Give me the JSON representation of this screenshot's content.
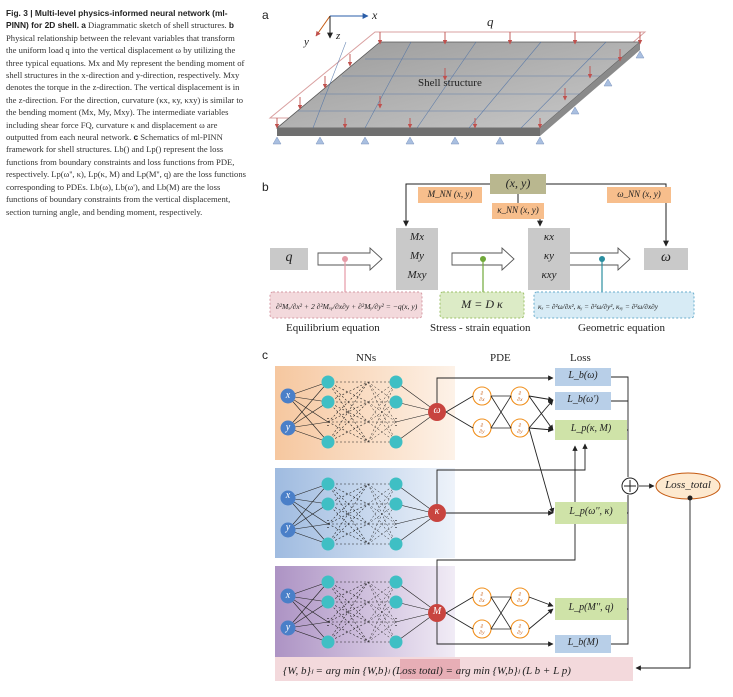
{
  "caption": {
    "title": "Fig. 3 | Multi-level physics-informed neural network (ml-PINN) for 2D shell.",
    "a_letter": "a",
    "a_text": "Diagrammatic sketch of shell structures.",
    "b_letter": "b",
    "b_text": "Physical relationship between the relevant variables that transform the uniform load q into the vertical displacement ω by utilizing the three typical equations. Mx and My represent the bending moment of shell structures in the x-direction and y-direction, respectively. Mxy denotes the torque in the z-direction. The vertical displacement is in the z-direction. For the direction, curvature (κx, κy, κxy) is similar to the bending moment (Mx, My, Mxy). The intermediate variables including shear force FQ, curvature κ and displacement ω are outputted from each neural network.",
    "c_letter": "c",
    "c_text": "Schematics of ml-PINN framework for shell structures. Lb() and Lp() represent the loss functions from boundary constraints and loss functions from PDE, respectively. Lp(ω'', κ), Lp(κ, M) and Lp(M'', q) are the loss functions corresponding to PDEs. Lb(ω), Lb(ω'), and Lb(M) are the loss functions of boundary constraints from the vertical displacement, section turning angle, and bending moment, respectively."
  },
  "panel_a": {
    "letter": "a",
    "axis_x": "x",
    "axis_y": "y",
    "axis_z": "z",
    "load": "q",
    "shell_label": "Shell structure"
  },
  "panel_b": {
    "letter": "b",
    "input_q": "q",
    "coord": "(x, y)",
    "M_nn": "M_NN (x, y)",
    "kappa_nn": "κ_NN (x, y)",
    "omega_nn": "ω_NN (x, y)",
    "M_stack": [
      "Mx",
      "My",
      "Mxy"
    ],
    "kappa_stack": [
      "κx",
      "κy",
      "κxy"
    ],
    "output_omega": "ω",
    "stress_eq": "M = D κ",
    "equilibrium_label": "Equilibrium  equation",
    "stress_label": "Stress - strain equation",
    "geometric_label": "Geometric equation"
  },
  "panel_c": {
    "letter": "c",
    "header_nns": "NNs",
    "header_pde": "PDE",
    "header_loss": "Loss",
    "input_x": "x",
    "input_y": "y",
    "out_omega": "ω",
    "out_kappa": "κ",
    "out_M": "M",
    "loss_items": [
      "L_b(ω)",
      "L_b(ω')",
      "L_p(κ, M)",
      "L_p(ω'', κ)",
      "L_p(M'', q)",
      "L_b(M)"
    ],
    "loss_total": "Loss_total",
    "sum_symbol": "⊕"
  },
  "colors": {
    "panel_orange": "#f6c79f",
    "panel_blue": "#a9c3e2",
    "panel_purple": "#b39bc8",
    "neuron_teal": "#3fbfc4",
    "input_blue": "#4a7fc8",
    "output_red": "#c8443f",
    "pde_orange": "#f0901e",
    "loss_blue": "#b8cfe8",
    "loss_green": "#cfe3a8",
    "loss_total_fill": "#fde9cf",
    "formula_pink": "#f3d9dc",
    "label_orange": "#f7be8c",
    "grey_box": "#c9c9c9"
  }
}
